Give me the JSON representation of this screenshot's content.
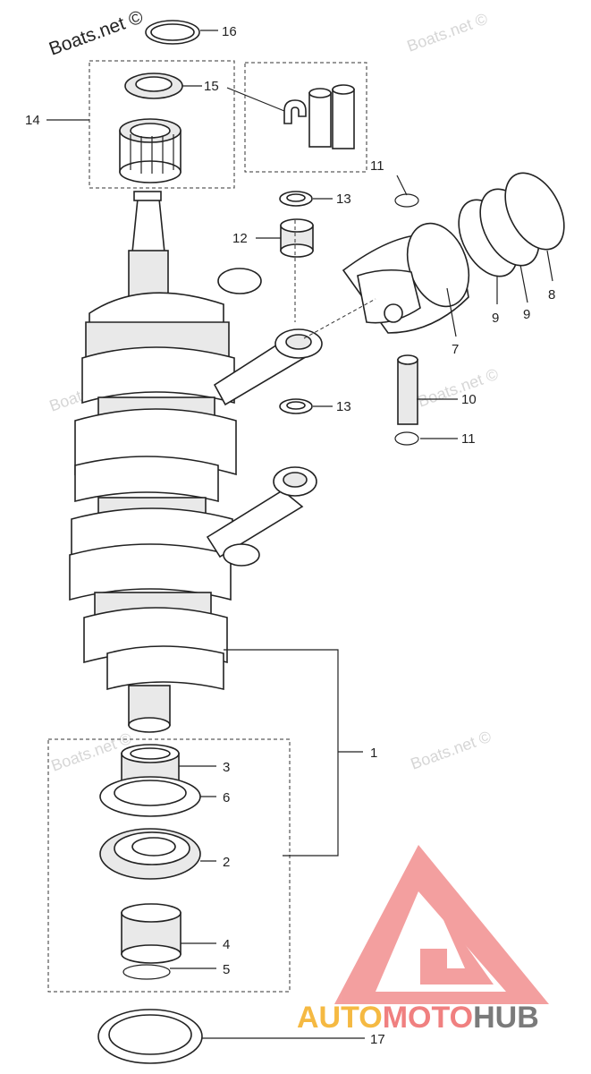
{
  "watermarks": {
    "main": "Boats.net ©",
    "repeat": "Boats.net ©"
  },
  "logo": {
    "part1": "AUTO",
    "part2": "MOTO",
    "part3": "HUB",
    "color_red": "#f08080",
    "color_orange": "#f5b942",
    "color_gray": "#7a7a7a"
  },
  "callouts": {
    "c1": "1",
    "c2": "2",
    "c3": "3",
    "c4": "4",
    "c5": "5",
    "c6": "6",
    "c7": "7",
    "c8": "8",
    "c9a": "9",
    "c9b": "9",
    "c10": "10",
    "c11a": "11",
    "c11b": "11",
    "c12": "12",
    "c13a": "13",
    "c13b": "13",
    "c14": "14",
    "c15": "15",
    "c16": "16",
    "c17": "17"
  }
}
